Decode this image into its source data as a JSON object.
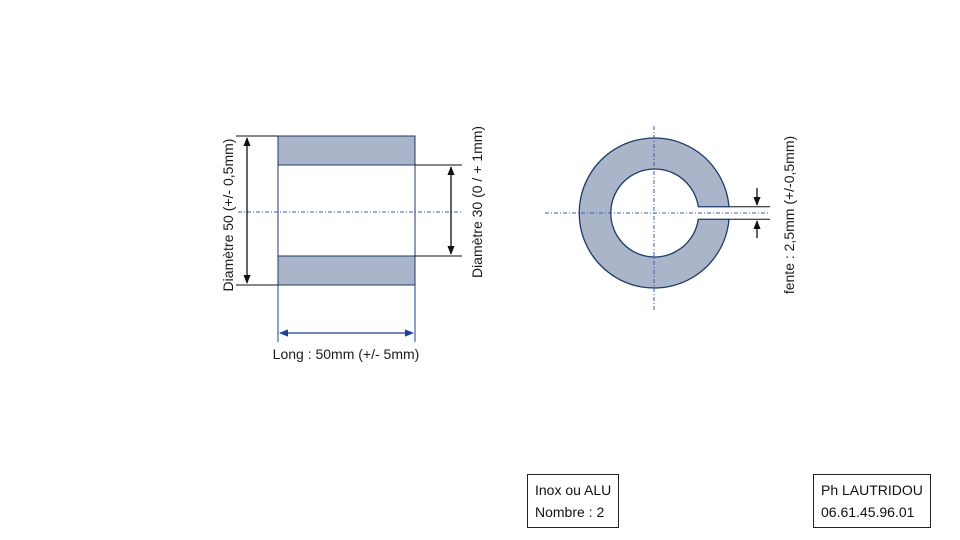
{
  "diagram": {
    "side_view": {
      "outer_diameter_label": "Diamètre 50 (+/- 0,5mm)",
      "inner_diameter_label": "Diamètre 30 (0 / + 1mm)",
      "length_label": "Long : 50mm (+/- 5mm)"
    },
    "front_view": {
      "slot_label": "fente : 2,5mm (+/-0,5mm)"
    },
    "colors": {
      "fill": "#aab5c9",
      "outline": "#1f3a68",
      "centerline": "#3b5ca8",
      "dimension": "#1f3f99"
    }
  },
  "info_boxes": {
    "material": {
      "line1": "Inox ou ALU",
      "line2": "Nombre : 2"
    },
    "author": {
      "line1": "Ph LAUTRIDOU",
      "line2": "06.61.45.96.01"
    }
  }
}
